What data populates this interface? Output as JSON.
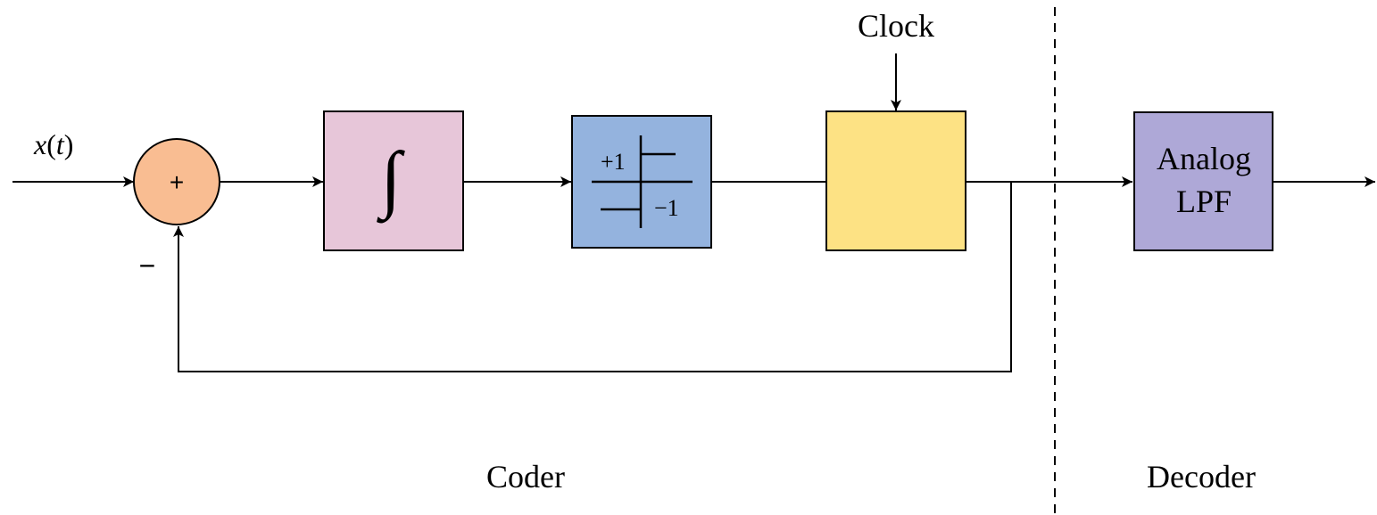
{
  "input_label": "x(t)",
  "input_label_parts": {
    "x": "x",
    "open": "(",
    "t": "t",
    "close": ")"
  },
  "summer": {
    "symbol": "+",
    "minus_sign": "−",
    "color": "#f9bd92"
  },
  "integrator": {
    "symbol": "∫",
    "color": "#e7c6d9"
  },
  "comparator": {
    "plus_label": "+1",
    "minus_label": "−1",
    "color": "#94b3de"
  },
  "clocked_block": {
    "color": "#fde284"
  },
  "clock_label": "Clock",
  "lpf": {
    "line1": "Analog",
    "line2": "LPF",
    "color": "#aea8d7"
  },
  "sections": {
    "coder": "Coder",
    "decoder": "Decoder"
  }
}
